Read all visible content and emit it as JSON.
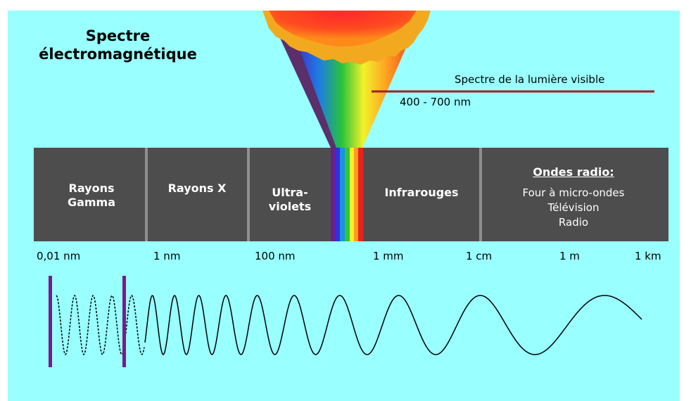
{
  "title": {
    "line1": "Spectre",
    "line2": "électromagnétique"
  },
  "visible_spectrum": {
    "label": "Spectre de la lumière visible",
    "range": "400 - 700 nm"
  },
  "bands": [
    {
      "line1": "Rayons",
      "line2": "Gamma"
    },
    {
      "line1": "Rayons X",
      "line2": ""
    },
    {
      "line1": "Ultra-",
      "line2": "violets"
    },
    {
      "line1": "Infrarouges",
      "line2": ""
    }
  ],
  "radio": {
    "title": "Ondes radio:",
    "apps": [
      "Four à micro-ondes",
      "Télévision",
      "Radio"
    ]
  },
  "ticks": [
    "0,01 nm",
    "1 nm",
    "100 nm",
    "1 mm",
    "1 cm",
    "1 m",
    "1 km"
  ],
  "colors": {
    "background": "#99ffff",
    "band": "#4d4d4d",
    "separator": "#8f8f8f",
    "marker": "#7a1a8c",
    "visible_line": "#a0202a"
  }
}
